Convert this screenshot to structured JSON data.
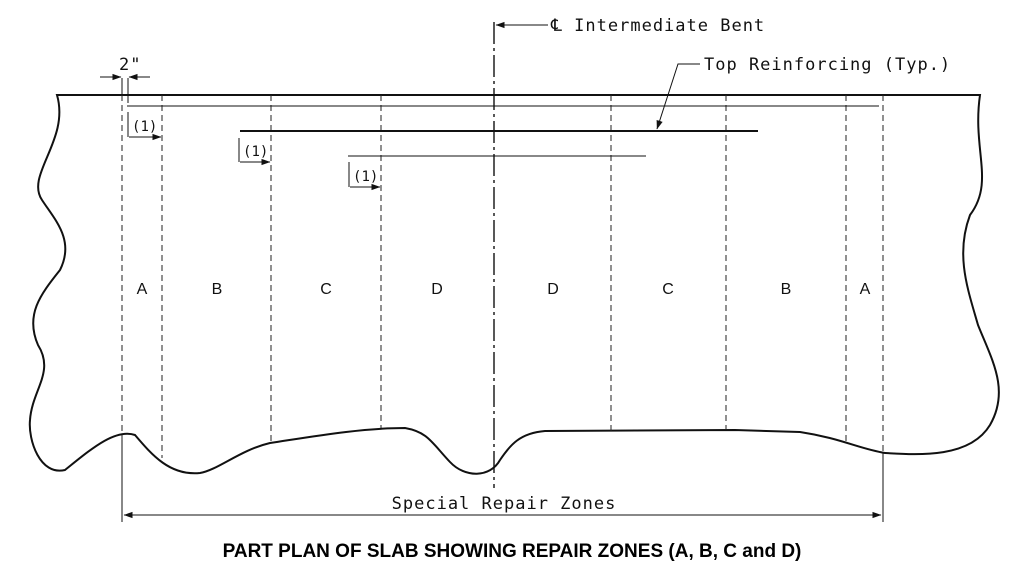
{
  "title": "PART PLAN OF SLAB SHOWING REPAIR ZONES (A, B, C and D)",
  "labels": {
    "centerline_symbol": "℄",
    "centerline": "Intermediate Bent",
    "top_reinforcing": "Top Reinforcing (Typ.)",
    "dimension_2in": "2\"",
    "special_repair_zones": "Special Repair Zones"
  },
  "notes": [
    "1",
    "1",
    "1"
  ],
  "zones": [
    "A",
    "B",
    "C",
    "D",
    "D",
    "C",
    "B",
    "A"
  ]
}
